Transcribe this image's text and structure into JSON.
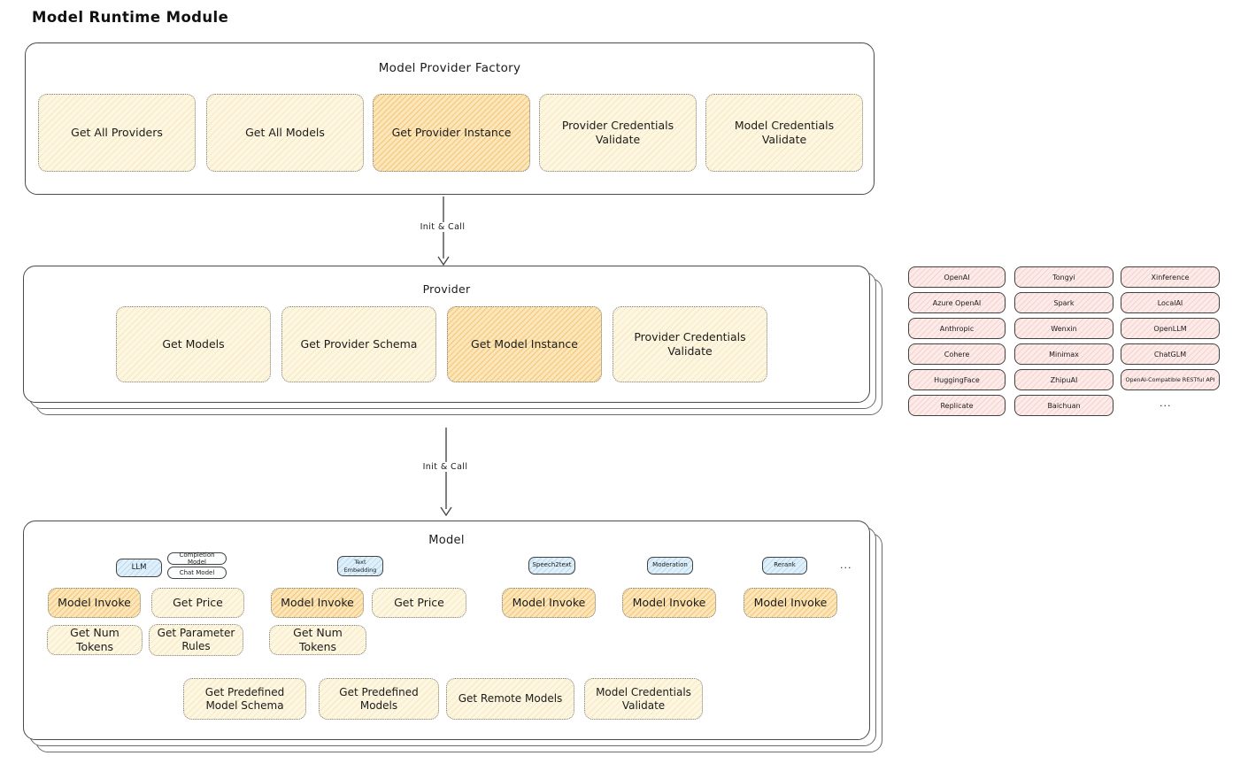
{
  "page_title": "Model Runtime Module",
  "factory": {
    "title": "Model Provider Factory",
    "boxes": [
      {
        "label": "Get All Providers",
        "highlight": false
      },
      {
        "label": "Get All Models",
        "highlight": false
      },
      {
        "label": "Get Provider Instance",
        "highlight": true
      },
      {
        "label": "Provider Credentials Validate",
        "highlight": false
      },
      {
        "label": "Model Credentials Validate",
        "highlight": false
      }
    ]
  },
  "arrow1": {
    "label": "Init & Call"
  },
  "arrow2": {
    "label": "Init & Call"
  },
  "provider": {
    "title": "Provider",
    "boxes": [
      {
        "label": "Get Models",
        "highlight": false
      },
      {
        "label": "Get Provider Schema",
        "highlight": false
      },
      {
        "label": "Get Model Instance",
        "highlight": true
      },
      {
        "label": "Provider Credentials Validate",
        "highlight": false
      }
    ]
  },
  "providers_grid": {
    "items": [
      "OpenAI",
      "Tongyi",
      "Xinference",
      "Azure OpenAI",
      "Spark",
      "LocalAI",
      "Anthropic",
      "Wenxin",
      "OpenLLM",
      "Cohere",
      "Minimax",
      "ChatGLM",
      "HuggingFace",
      "ZhipuAI",
      "OpenAI-Compatible RESTful API",
      "Replicate",
      "Baichuan"
    ],
    "more": "..."
  },
  "model": {
    "title": "Model",
    "tags": {
      "llm": "LLM",
      "completion": "Completion Model",
      "chat": "Chat Model",
      "text_embedding": "Text Embedding",
      "speech2text": "Speech2text",
      "moderation": "Moderation",
      "rerank": "Rerank",
      "more": "..."
    },
    "ops": {
      "model_invoke": "Model Invoke",
      "get_price": "Get Price",
      "get_num_tokens": "Get Num Tokens",
      "get_parameter_rules": "Get Parameter Rules",
      "get_predefined_model_schema": "Get Predefined Model Schema",
      "get_predefined_models": "Get Predefined Models",
      "get_remote_models": "Get Remote Models",
      "model_credentials_validate": "Model Credentials Validate"
    }
  },
  "colors": {
    "cream_fill": "#fdf7e1",
    "orange_fill": "#fbe7bb",
    "pink_fill": "#fcebe9",
    "blue_fill": "#dff0fa",
    "panel_border": "#4a4a48",
    "text": "#1b1b1b"
  }
}
